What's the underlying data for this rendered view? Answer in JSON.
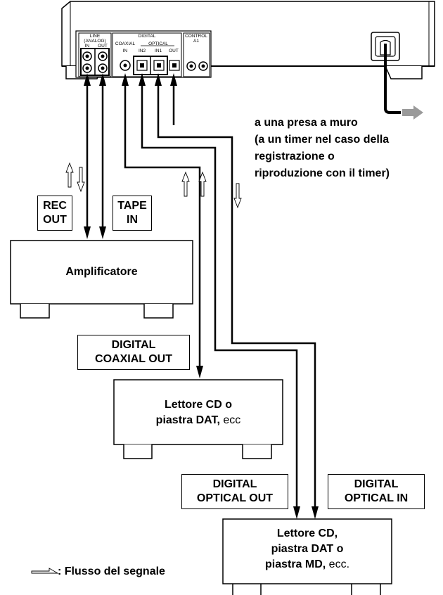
{
  "deck_panel": {
    "line_title": "LINE",
    "line_sub": "(ANALOG)",
    "line_in": "IN",
    "line_out": "OUT",
    "digital_title": "DIGITAL",
    "coaxial": "COAXIAL",
    "coaxial_in": "IN",
    "optical": "OPTICAL",
    "optical_in2": "IN2",
    "optical_in1": "IN1",
    "optical_out": "OUT",
    "control_title": "CONTROL",
    "control_sub": "A1"
  },
  "wall_outlet_text": {
    "line1": "a una presa a muro",
    "line2": "(a un timer nel caso della",
    "line3": "registrazione o",
    "line4": "riproduzione con il timer)"
  },
  "labels": {
    "rec_out_1": "REC",
    "rec_out_2": "OUT",
    "tape_in_1": "TAPE",
    "tape_in_2": "IN",
    "digital_coaxial_out_1": "DIGITAL",
    "digital_coaxial_out_2": "COAXIAL OUT",
    "digital_optical_out_1": "DIGITAL",
    "digital_optical_out_2": "OPTICAL OUT",
    "digital_optical_in_1": "DIGITAL",
    "digital_optical_in_2": "OPTICAL IN"
  },
  "devices": {
    "amplifier": "Amplificatore",
    "cd_player_1_line1": "Lettore CD o",
    "cd_player_1_line2_bold": "piastra DAT,",
    "cd_player_1_line2_light": "ecc",
    "cd_player_2_line1": "Lettore CD,",
    "cd_player_2_line2": "piastra DAT o",
    "cd_player_2_line3_bold": "piastra MD,",
    "cd_player_2_line3_light": "ecc."
  },
  "legend": {
    "text": ": Flusso del segnale"
  }
}
